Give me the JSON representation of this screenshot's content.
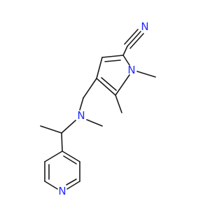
{
  "molecule": {
    "atoms": {
      "nitrile_N": {
        "label": "N",
        "color": "#1f2bff"
      },
      "pyrrole_N": {
        "label": "N",
        "color": "#1f2bff"
      },
      "amine_N": {
        "label": "N",
        "color": "#1f2bff"
      },
      "pyridine_N": {
        "label": "N",
        "color": "#1f2bff"
      }
    },
    "bond_color": "#1a1a1a",
    "background": "#ffffff"
  }
}
